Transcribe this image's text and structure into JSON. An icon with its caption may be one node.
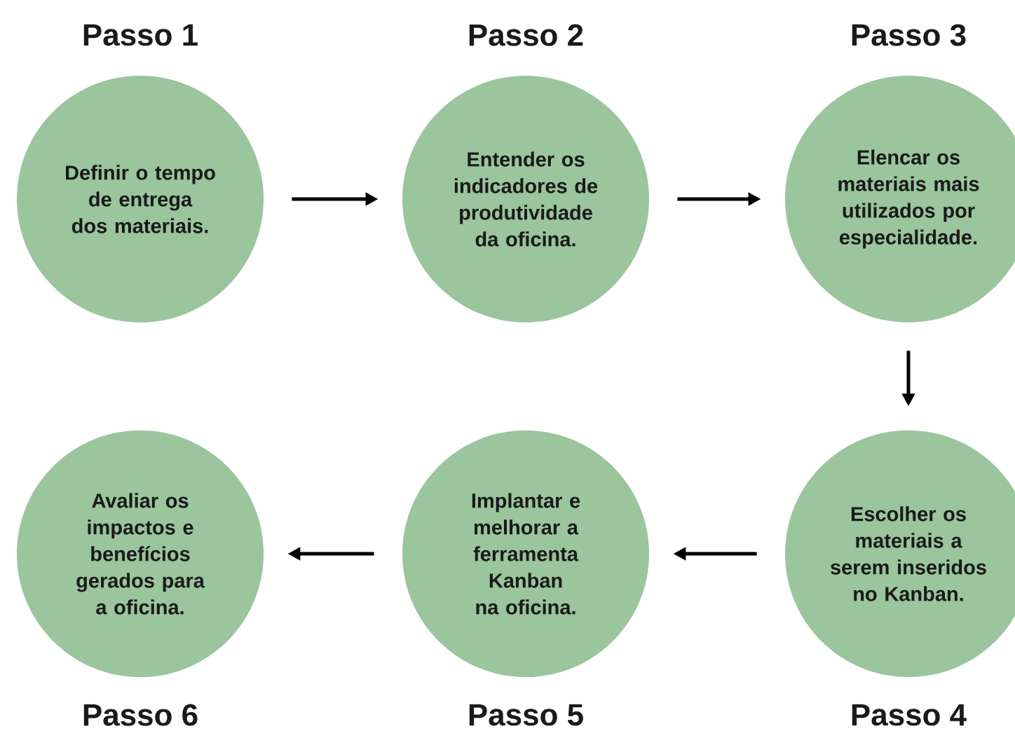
{
  "diagram": {
    "nodes": [
      {
        "text": [
          "Passo 1",
          "Definir o tempo de entrega dos materiais."
        ]
      },
      {
        "text": [
          "Passo 2",
          "Entender os indicadores de produtividade da oficina."
        ]
      },
      {
        "text": [
          "Passo 3",
          "Elencar os materiais mais utilizados por especialidade."
        ]
      },
      {
        "text": [
          "Escolher os materiais a serem inseridos no Kanban.",
          "Passo 4"
        ]
      },
      {
        "text": [
          "Implantar e melhorar a ferramenta Kanban na oficina.",
          "Passo 5"
        ]
      },
      {
        "text": [
          "Avaliar os impactos e benefícios gerados para a oficina.",
          "Passo 6"
        ]
      }
    ],
    "edges": [
      {
        "from": 0,
        "to": 1,
        "arrow": "to"
      },
      {
        "from": 1,
        "to": 2,
        "arrow": "to"
      },
      {
        "from": 2,
        "to": 3,
        "arrow": "to"
      },
      {
        "from": 3,
        "to": 4,
        "arrow": "to"
      },
      {
        "from": 4,
        "to": 5,
        "arrow": "to"
      }
    ]
  }
}
